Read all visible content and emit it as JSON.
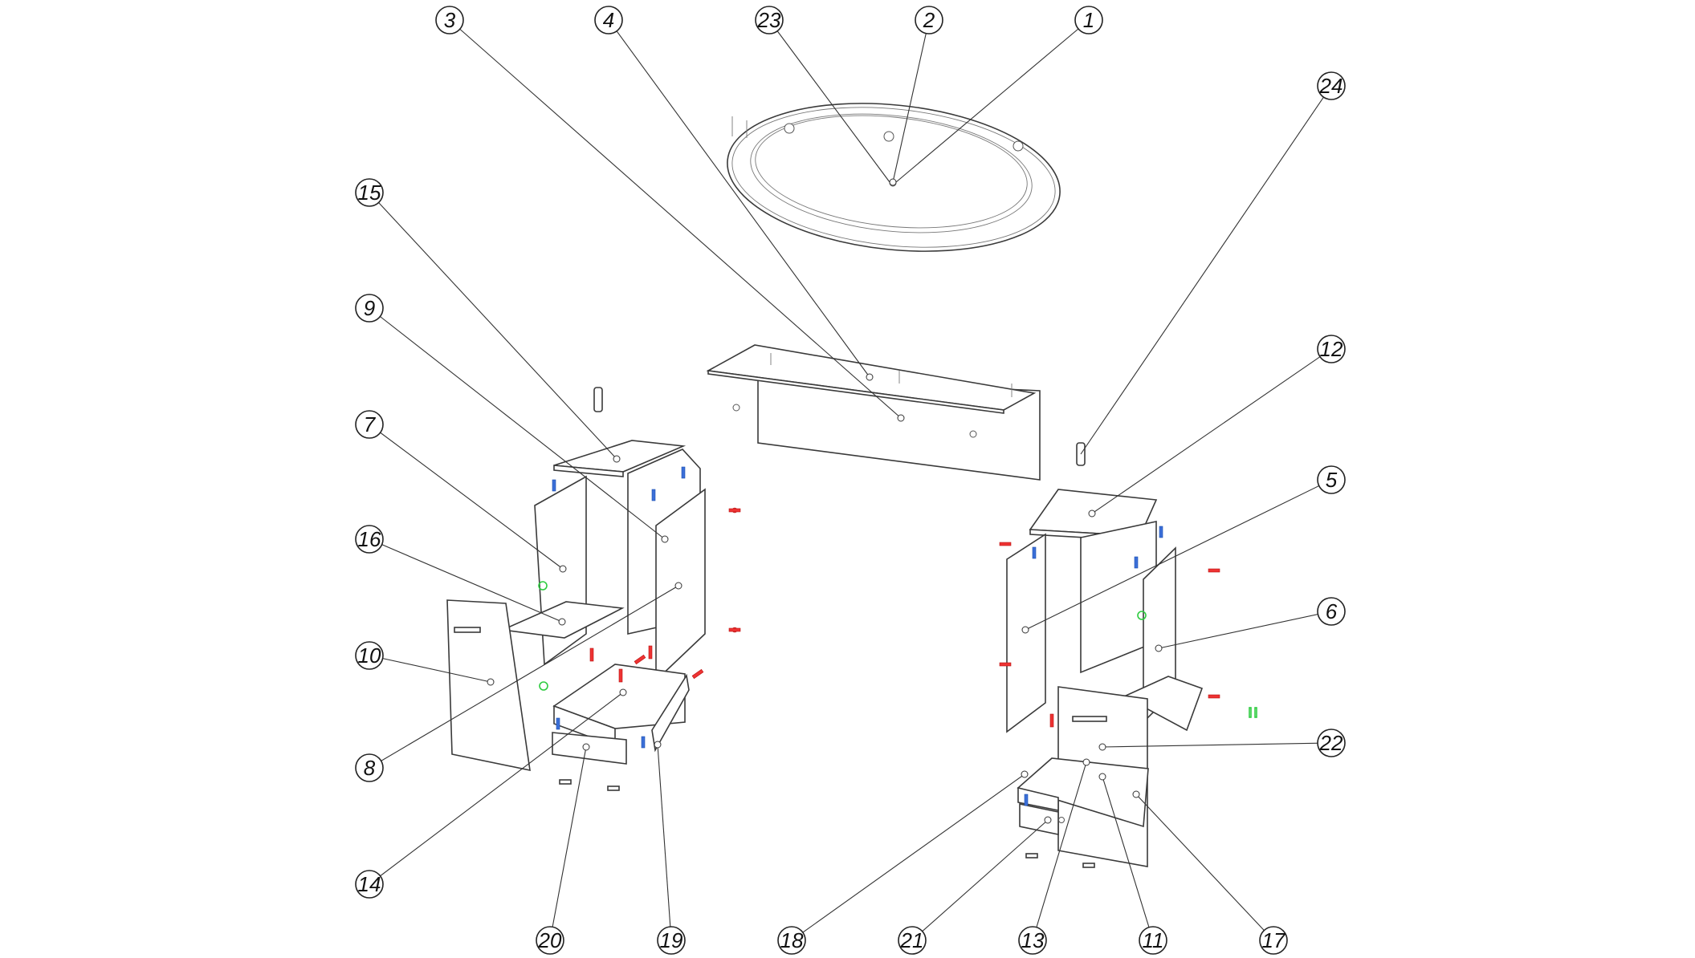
{
  "diagram": {
    "callouts": [
      "1",
      "2",
      "3",
      "4",
      "5",
      "6",
      "7",
      "8",
      "9",
      "10",
      "11",
      "12",
      "13",
      "14",
      "15",
      "16",
      "17",
      "18",
      "19",
      "20",
      "21",
      "22",
      "23",
      "24"
    ]
  },
  "colors": {
    "fastener_red": "#e33333",
    "fastener_blue": "#3b6fd8",
    "fastener_green": "#2ecc40",
    "line": "#333333"
  }
}
